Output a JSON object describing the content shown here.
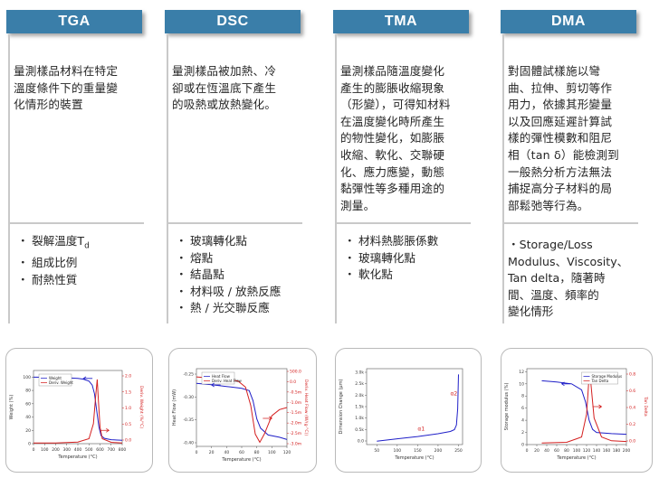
{
  "columns": [
    {
      "title": "TGA",
      "desc": [
        "量測樣品材料在特定",
        "溫度條件下的重量變",
        "化情形的裝置"
      ],
      "items": [
        "裂解溫度T",
        "組成比例",
        "耐熱性質"
      ],
      "subscript": "d"
    },
    {
      "title": "DSC",
      "desc": [
        "量測樣品被加熱、冷",
        "卻或在恆溫底下產生",
        "的吸熱或放熱變化。"
      ],
      "items": [
        "玻璃轉化點",
        "熔點",
        "結晶點",
        "材料吸 / 放熱反應",
        "熱 / 光交聯反應"
      ]
    },
    {
      "title": "TMA",
      "desc": [
        "量測樣品隨溫度變化",
        "產生的膨脹收縮現象",
        "（形變），可得知材料",
        "在溫度變化時所產生",
        "的物性變化，如膨脹",
        "收縮、軟化、交聯硬",
        "化、應力應變，動態",
        "黏彈性等多種用途的",
        "測量。"
      ],
      "items": [
        "材料熱膨脹係數",
        "玻璃轉化點",
        "軟化點"
      ]
    },
    {
      "title": "DMA",
      "desc": [
        "對固體試樣施以彎",
        "曲、拉伸、剪切等作",
        "用力，依據其形變量",
        "以及回應延遲計算試",
        "樣的彈性模數和阻尼",
        "相（tan δ）能檢測到",
        "一般熱分析方法無法",
        "捕捉高分子材料的局",
        "部鬆弛等行為。"
      ],
      "items": [
        "・Storage/Loss",
        "Modulus、Viscosity、",
        "Tan delta，隨著時",
        "間、溫度、頻率的",
        "變化情形"
      ]
    }
  ],
  "chart_data": [
    {
      "type": "line",
      "name": "TGA",
      "xlabel": "Temperature (°C)",
      "ylabel": "Weight (%)",
      "ylabel2": "Deriv. Weight (%/°C)",
      "xticks": [
        0,
        100,
        200,
        300,
        400,
        500,
        600,
        700,
        800
      ],
      "yticks": [
        0,
        20,
        40,
        60,
        80,
        100
      ],
      "y2ticks": [
        "0.0",
        "0.5",
        "1.0",
        "1.5",
        "2.0"
      ],
      "series": [
        {
          "name": "Weight",
          "color": "#1f1fc8",
          "points": [
            [
              0,
              100
            ],
            [
              100,
              99.8
            ],
            [
              200,
              99.5
            ],
            [
              300,
              99
            ],
            [
              400,
              98
            ],
            [
              450,
              97
            ],
            [
              500,
              94
            ],
            [
              530,
              88
            ],
            [
              550,
              75
            ],
            [
              570,
              50
            ],
            [
              590,
              25
            ],
            [
              610,
              12
            ],
            [
              640,
              8
            ],
            [
              700,
              6
            ],
            [
              800,
              5
            ]
          ]
        },
        {
          "name": "Deriv. Weight",
          "color": "#d42020",
          "points": [
            [
              0,
              0.02
            ],
            [
              200,
              0.02
            ],
            [
              400,
              0.05
            ],
            [
              500,
              0.15
            ],
            [
              540,
              0.6
            ],
            [
              560,
              1.4
            ],
            [
              575,
              1.93
            ],
            [
              585,
              1.3
            ],
            [
              600,
              0.5
            ],
            [
              620,
              0.15
            ],
            [
              700,
              0.04
            ],
            [
              800,
              0.02
            ]
          ]
        }
      ],
      "xlim": [
        0,
        800
      ],
      "ylim": [
        0,
        110
      ],
      "y2lim": [
        0,
        2.2
      ]
    },
    {
      "type": "line",
      "name": "DSC",
      "xlabel": "Temperature (°C)",
      "ylabel": "Heat Flow (mW)",
      "ylabel2": "Deriv. Heat Flow (W/(g·°C))",
      "xticks": [
        0,
        20,
        40,
        60,
        80,
        100,
        120
      ],
      "yticks": [
        "-0.25",
        "-0.30",
        "-0.35",
        "-0.40"
      ],
      "y2ticks": [
        "500.0",
        "0.0",
        "-0.5m",
        "-1.0m",
        "-1.5m",
        "-2.0m",
        "-2.5m",
        "-3.0m"
      ],
      "series": [
        {
          "name": "Heat Flow",
          "color": "#1f1fc8",
          "points": [
            [
              0,
              -0.272
            ],
            [
              20,
              -0.275
            ],
            [
              40,
              -0.279
            ],
            [
              60,
              -0.283
            ],
            [
              70,
              -0.288
            ],
            [
              75,
              -0.31
            ],
            [
              80,
              -0.35
            ],
            [
              85,
              -0.37
            ],
            [
              95,
              -0.385
            ],
            [
              110,
              -0.39
            ],
            [
              120,
              -0.395
            ]
          ]
        },
        {
          "name": "Deriv. Heat Flow",
          "color": "#d42020",
          "points": [
            [
              0,
              0.2
            ],
            [
              30,
              0.1
            ],
            [
              55,
              0
            ],
            [
              65,
              -0.3
            ],
            [
              72,
              -1.2
            ],
            [
              78,
              -2.6
            ],
            [
              84,
              -3.0
            ],
            [
              90,
              -2.6
            ],
            [
              100,
              -1.7
            ],
            [
              110,
              -1.4
            ],
            [
              120,
              -1.3
            ]
          ]
        }
      ],
      "xlim": [
        0,
        120
      ],
      "ylim": [
        -0.41,
        -0.24
      ],
      "y2lim": [
        -3.2,
        0.6
      ]
    },
    {
      "type": "line",
      "name": "TMA",
      "xlabel": "Temperature (°C)",
      "ylabel": "Dimension Change (μm)",
      "xticks": [
        50,
        100,
        150,
        200,
        250
      ],
      "yticks": [
        "0.0",
        "0.5k",
        "1.0k",
        "1.5k",
        "2.0k",
        "2.5k",
        "3.0k"
      ],
      "annotations": [
        "α1",
        "α2"
      ],
      "series": [
        {
          "name": "Dimension Change",
          "color": "#1f1fc8",
          "points": [
            [
              50,
              0
            ],
            [
              100,
              100
            ],
            [
              150,
              200
            ],
            [
              200,
              320
            ],
            [
              230,
              420
            ],
            [
              240,
              500
            ],
            [
              245,
              700
            ],
            [
              248,
              1400
            ],
            [
              250,
              2900
            ]
          ]
        }
      ],
      "xlim": [
        25,
        260
      ],
      "ylim": [
        -150,
        3150
      ]
    },
    {
      "type": "line",
      "name": "DMA",
      "xlabel": "Temperature (°C)",
      "ylabel": "Storage modulus (%)",
      "ylabel2": "Tan Delta",
      "xticks": [
        0,
        20,
        40,
        60,
        80,
        100,
        120,
        140,
        160,
        180,
        200
      ],
      "yticks": [
        0,
        2,
        4,
        6,
        8,
        10,
        12
      ],
      "y2ticks": [
        "0.0",
        "0.2",
        "0.4",
        "0.6",
        "0.8"
      ],
      "series": [
        {
          "name": "Storage Modulus",
          "color": "#1f1fc8",
          "points": [
            [
              30,
              10.5
            ],
            [
              60,
              10.3
            ],
            [
              90,
              10.0
            ],
            [
              110,
              9.0
            ],
            [
              118,
              7
            ],
            [
              125,
              4
            ],
            [
              132,
              2.5
            ],
            [
              140,
              2.0
            ],
            [
              170,
              1.8
            ],
            [
              200,
              1.7
            ]
          ]
        },
        {
          "name": "Tan Delta",
          "color": "#d42020",
          "points": [
            [
              30,
              0.02
            ],
            [
              80,
              0.03
            ],
            [
              110,
              0.1
            ],
            [
              120,
              0.4
            ],
            [
              125,
              0.9
            ],
            [
              128,
              0.85
            ],
            [
              135,
              0.35
            ],
            [
              150,
              0.1
            ],
            [
              170,
              0.05
            ],
            [
              200,
              0.04
            ]
          ]
        }
      ],
      "xlim": [
        0,
        200
      ],
      "ylim": [
        0,
        12.5
      ],
      "y2lim": [
        0,
        1.0
      ]
    }
  ]
}
